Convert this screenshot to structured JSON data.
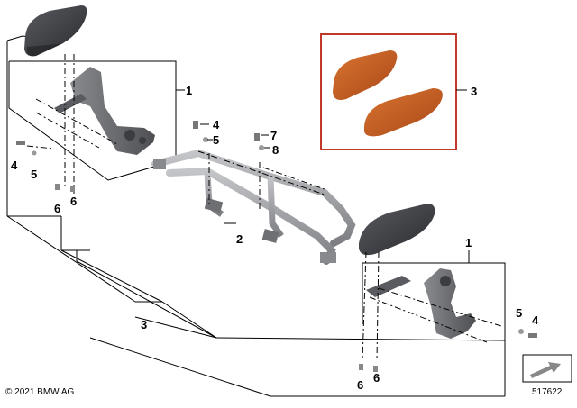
{
  "callouts": {
    "c1_top": "1",
    "c1_bottom": "1",
    "c2": "2",
    "c3_inset": "3",
    "c3_bottom": "3",
    "c4_left": "4",
    "c5_left": "5",
    "c6_left_a": "6",
    "c6_left_b": "6",
    "c4_mid": "4",
    "c5_mid": "5",
    "c7": "7",
    "c8": "8",
    "c5_right": "5",
    "c4_right": "4",
    "c6_right_a": "6",
    "c6_right_b": "6"
  },
  "footer": {
    "copyright": "© 2021 BMW AG",
    "diagram_number": "517622"
  },
  "colors": {
    "pad_dark": "#3a3b40",
    "pad_orange": "#b8561e",
    "bracket_gray": "#6e6f73",
    "frame_gray": "#9a9b9e",
    "inset_border": "#c0392b"
  },
  "icons": {
    "direction": "arrow-down-right-icon"
  }
}
